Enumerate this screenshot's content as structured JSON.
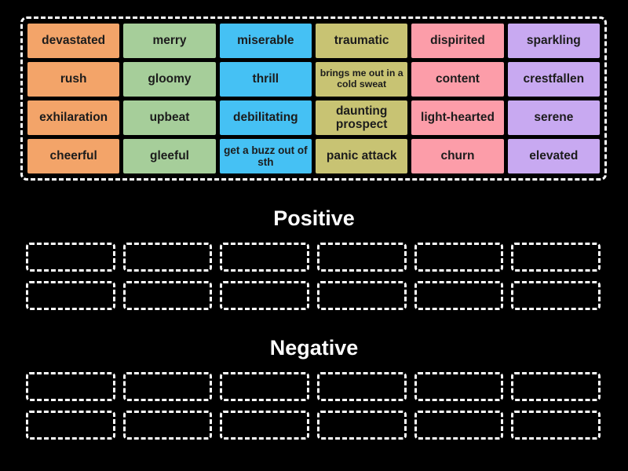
{
  "background_color": "#000000",
  "tile_text_color": "#1c1c1c",
  "dashed_border_color": "#ffffff",
  "palette": {
    "orange": "#F3A469",
    "green": "#A6CE9A",
    "blue": "#45C1F4",
    "khaki": "#C8C373",
    "pink": "#FC9DA9",
    "purple": "#C8A9F1"
  },
  "tile_bank": {
    "tiles": [
      {
        "label": "devastated",
        "color": "#F3A469"
      },
      {
        "label": "merry",
        "color": "#A6CE9A"
      },
      {
        "label": "miserable",
        "color": "#45C1F4"
      },
      {
        "label": "traumatic",
        "color": "#C8C373"
      },
      {
        "label": "dispirited",
        "color": "#FC9DA9"
      },
      {
        "label": "sparkling",
        "color": "#C8A9F1"
      },
      {
        "label": "rush",
        "color": "#F3A469"
      },
      {
        "label": "gloomy",
        "color": "#A6CE9A"
      },
      {
        "label": "thrill",
        "color": "#45C1F4"
      },
      {
        "label": "brings me out in a cold sweat",
        "color": "#C8C373"
      },
      {
        "label": "content",
        "color": "#FC9DA9"
      },
      {
        "label": "crestfallen",
        "color": "#C8A9F1"
      },
      {
        "label": "exhilaration",
        "color": "#F3A469"
      },
      {
        "label": "upbeat",
        "color": "#A6CE9A"
      },
      {
        "label": "debilitating",
        "color": "#45C1F4"
      },
      {
        "label": "daunting prospect",
        "color": "#C8C373"
      },
      {
        "label": "light-hearted",
        "color": "#FC9DA9"
      },
      {
        "label": "serene",
        "color": "#C8A9F1"
      },
      {
        "label": "cheerful",
        "color": "#F3A469"
      },
      {
        "label": "gleeful",
        "color": "#A6CE9A"
      },
      {
        "label": "get a buzz out of sth",
        "color": "#45C1F4"
      },
      {
        "label": "panic attack",
        "color": "#C8C373"
      },
      {
        "label": "churn",
        "color": "#FC9DA9"
      },
      {
        "label": "elevated",
        "color": "#C8A9F1"
      }
    ]
  },
  "groups": [
    {
      "label": "Positive",
      "slot_count": 12
    },
    {
      "label": "Negative",
      "slot_count": 12
    }
  ]
}
